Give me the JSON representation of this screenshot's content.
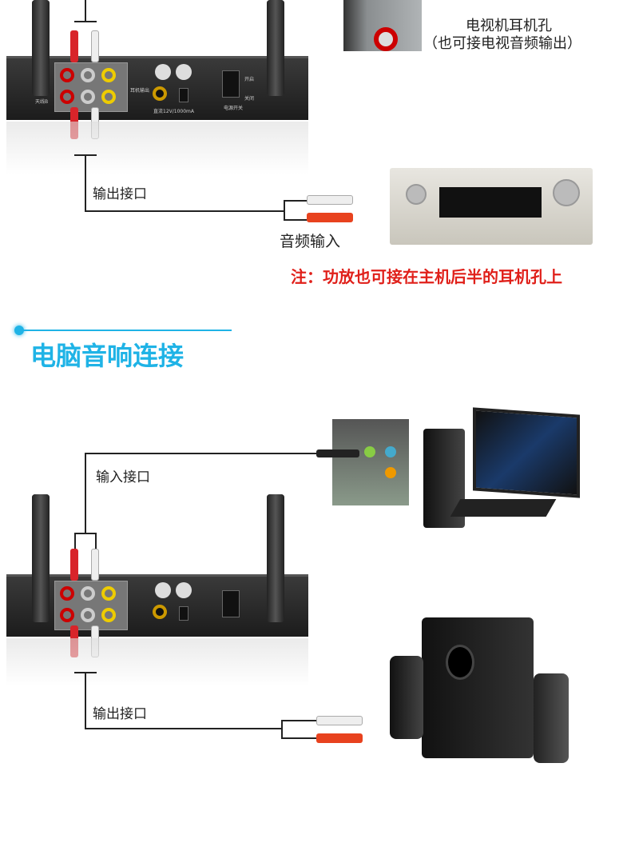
{
  "section1": {
    "tv_jack_label": "电视机耳机孔",
    "tv_jack_sub": "（也可接电视音频输出）",
    "output_label": "输出接口",
    "audio_input_label": "音频输入",
    "note": "注：功放也可接在主机后半的耳机孔上"
  },
  "section2": {
    "title": "电脑音响连接",
    "input_label": "输入接口",
    "output_label": "输出接口"
  },
  "device_panel": {
    "power_on": "开启",
    "power_off": "关闭",
    "power_switch": "电源开关",
    "dc_input": "直流12V/1000mA",
    "headphone": "耳机输出",
    "antenna": "天线B"
  },
  "colors": {
    "accent": "#1fb3e6",
    "note": "#e0201a",
    "plug_red": "#d8242a",
    "plug_white": "#eeeeee"
  }
}
